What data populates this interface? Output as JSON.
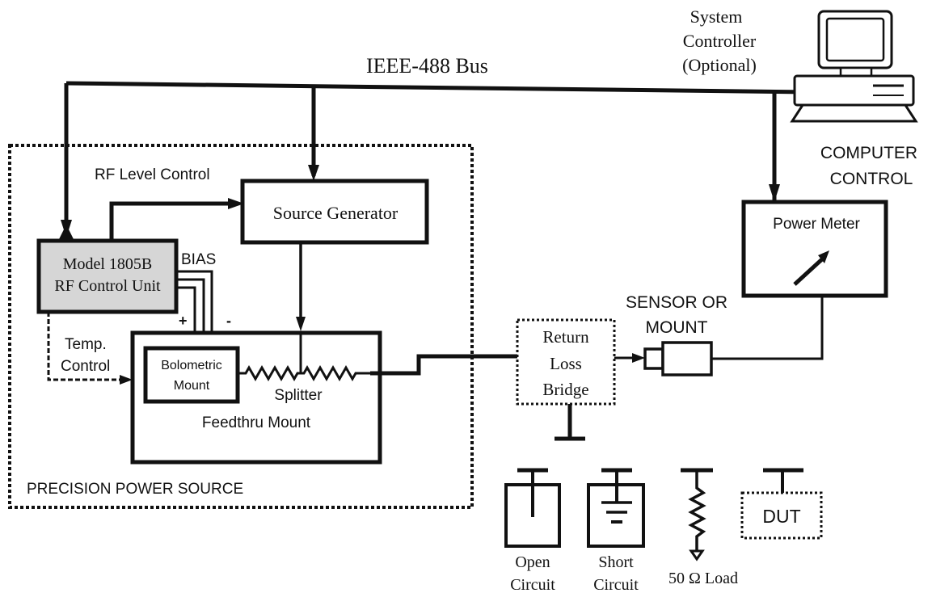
{
  "bus": {
    "label": "IEEE-488 Bus"
  },
  "controller": {
    "line1": "System",
    "line2": "Controller",
    "line3": "(Optional)",
    "computer_control_line1": "COMPUTER",
    "computer_control_line2": "CONTROL"
  },
  "precision_source": {
    "label": "PRECISION POWER SOURCE",
    "rf_level_control": "RF Level Control",
    "source_generator": "Source Generator",
    "control_unit_line1": "Model 1805B",
    "control_unit_line2": "RF Control Unit",
    "bias": "BIAS",
    "plus": "+",
    "minus": "-",
    "temp_line1": "Temp.",
    "temp_line2": "Control",
    "bolometric_line1": "Bolometric",
    "bolometric_line2": "Mount",
    "splitter": "Splitter",
    "feedthru": "Feedthru Mount"
  },
  "measurement": {
    "power_meter": "Power Meter",
    "sensor_line1": "SENSOR OR",
    "sensor_line2": "MOUNT",
    "bridge_line1": "Return",
    "bridge_line2": "Loss",
    "bridge_line3": "Bridge"
  },
  "terminations": {
    "open_line1": "Open",
    "open_line2": "Circuit",
    "short_line1": "Short",
    "short_line2": "Circuit",
    "load": "50 Ω Load",
    "dut": "DUT"
  },
  "colors": {
    "line": "#111111",
    "control_unit_fill": "#d6d6d6",
    "background": "#ffffff"
  }
}
